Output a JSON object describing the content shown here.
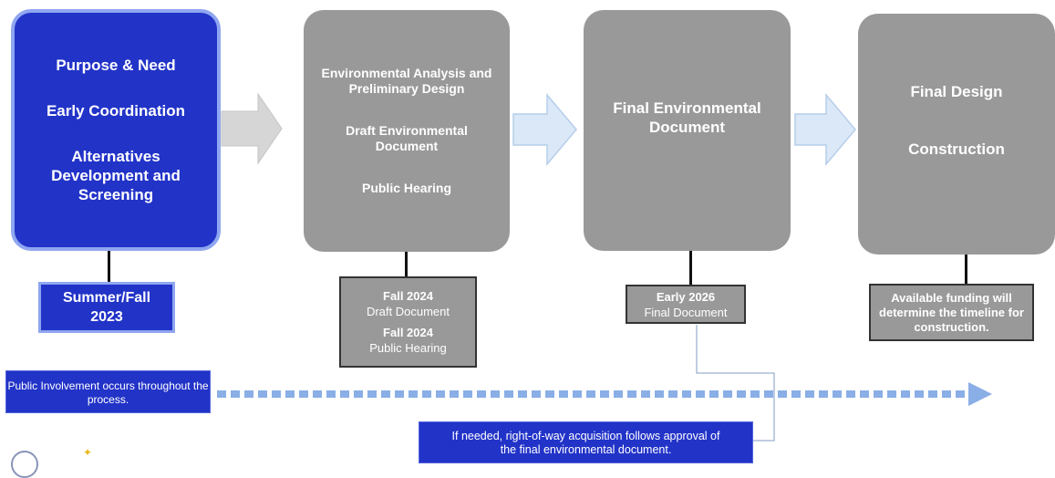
{
  "stages": [
    {
      "lines": [
        "Purpose & Need",
        "Early Coordination",
        "Alternatives Development and Screening"
      ]
    },
    {
      "lines": [
        "Environmental Analysis and Preliminary Design",
        "Draft Environmental Document",
        "Public Hearing"
      ]
    },
    {
      "lines": [
        "Final Environmental Document"
      ]
    },
    {
      "lines": [
        "Final Design",
        "Construction"
      ]
    }
  ],
  "dates": {
    "stage1": "Summer/Fall 2023",
    "stage2": {
      "draft_date": "Fall 2024",
      "draft_label": "Draft Document",
      "hearing_date": "Fall 2024",
      "hearing_label": "Public Hearing"
    },
    "stage3": {
      "date": "Early 2026",
      "label": "Final Document"
    },
    "stage4": "Available funding will determine the timeline for construction."
  },
  "notes": {
    "public_involvement": "Public Involvement occurs throughout the process.",
    "right_of_way": "If needed, right-of-way acquisition follows approval of the final  environmental document."
  },
  "colors": {
    "active_stage": "#2233c8",
    "active_border": "#8fa6f0",
    "inactive_stage": "#999999",
    "arrow_gray": "#d6d6d6",
    "arrow_blue": "#dbe8f7",
    "dotted_line": "#8aaee6"
  }
}
